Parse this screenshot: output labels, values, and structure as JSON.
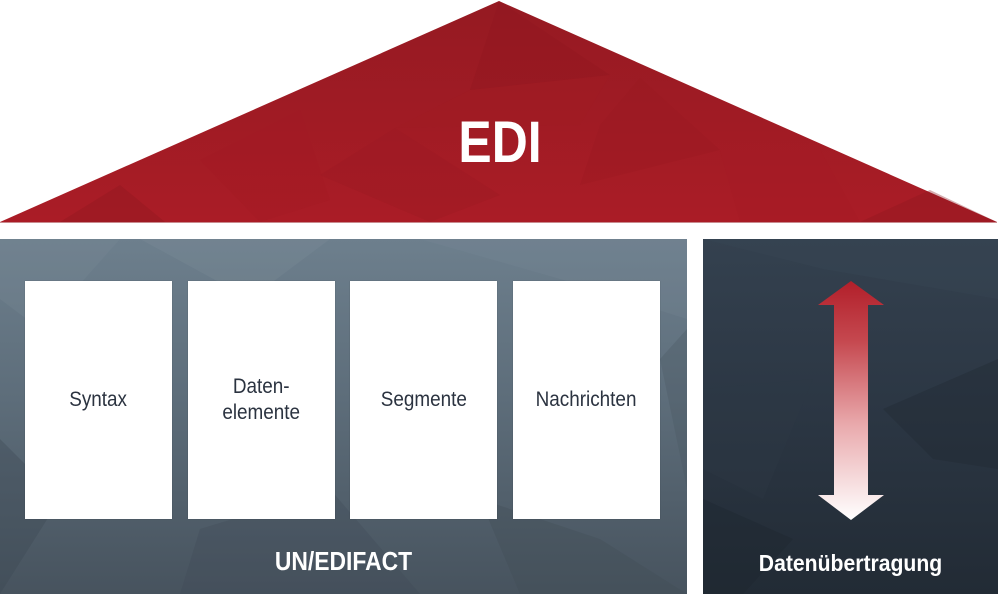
{
  "diagram": {
    "roof": {
      "title": "EDI",
      "color": "#a51c24"
    },
    "foundation": {
      "label": "UN/EDIFACT",
      "color": "#5d6d7a",
      "pillars": [
        {
          "label": "Syntax"
        },
        {
          "label": "Daten-\nelemente"
        },
        {
          "label": "Segmente"
        },
        {
          "label": "Nachrichten"
        }
      ]
    },
    "side_column": {
      "label": "Datenübertragung",
      "color": "#2b3643",
      "icon": "bidirectional-vertical-arrow-icon",
      "arrow_gradient": [
        "#b21f2a",
        "#ffffff"
      ]
    }
  }
}
